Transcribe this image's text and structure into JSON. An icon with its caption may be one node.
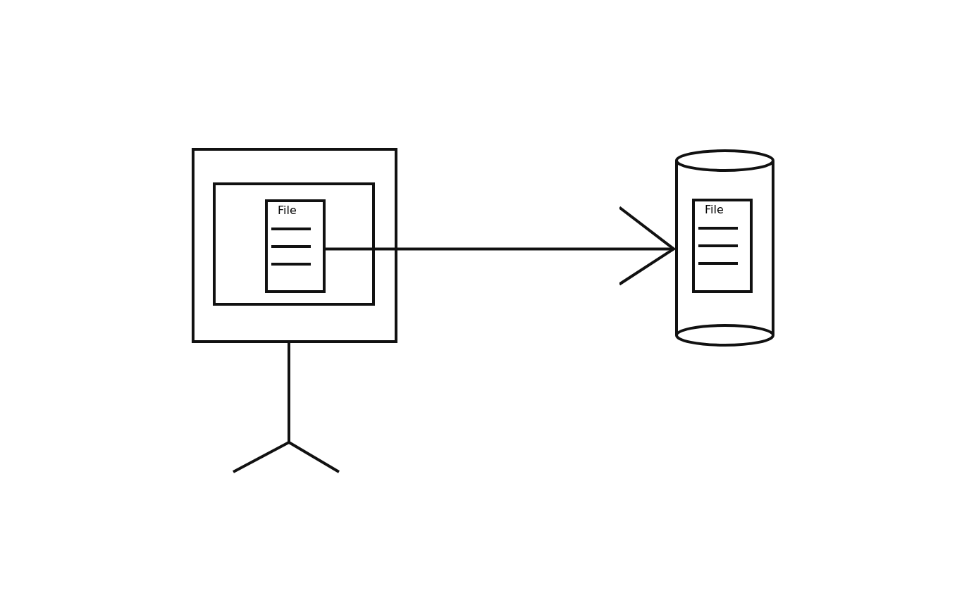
{
  "diagram": {
    "nodes": [
      {
        "text": [],
        "shape": "box"
      },
      {
        "text": [],
        "shape": "box",
        "in": 0
      },
      {
        "text": [
          "File"
        ],
        "in": 1
      },
      {
        "text": [],
        "shape": "cylinder"
      },
      {
        "text": [
          "File"
        ],
        "in": 3
      }
    ],
    "edges": [
      {
        "from": 2,
        "to": 3,
        "arrow": "to"
      }
    ]
  }
}
